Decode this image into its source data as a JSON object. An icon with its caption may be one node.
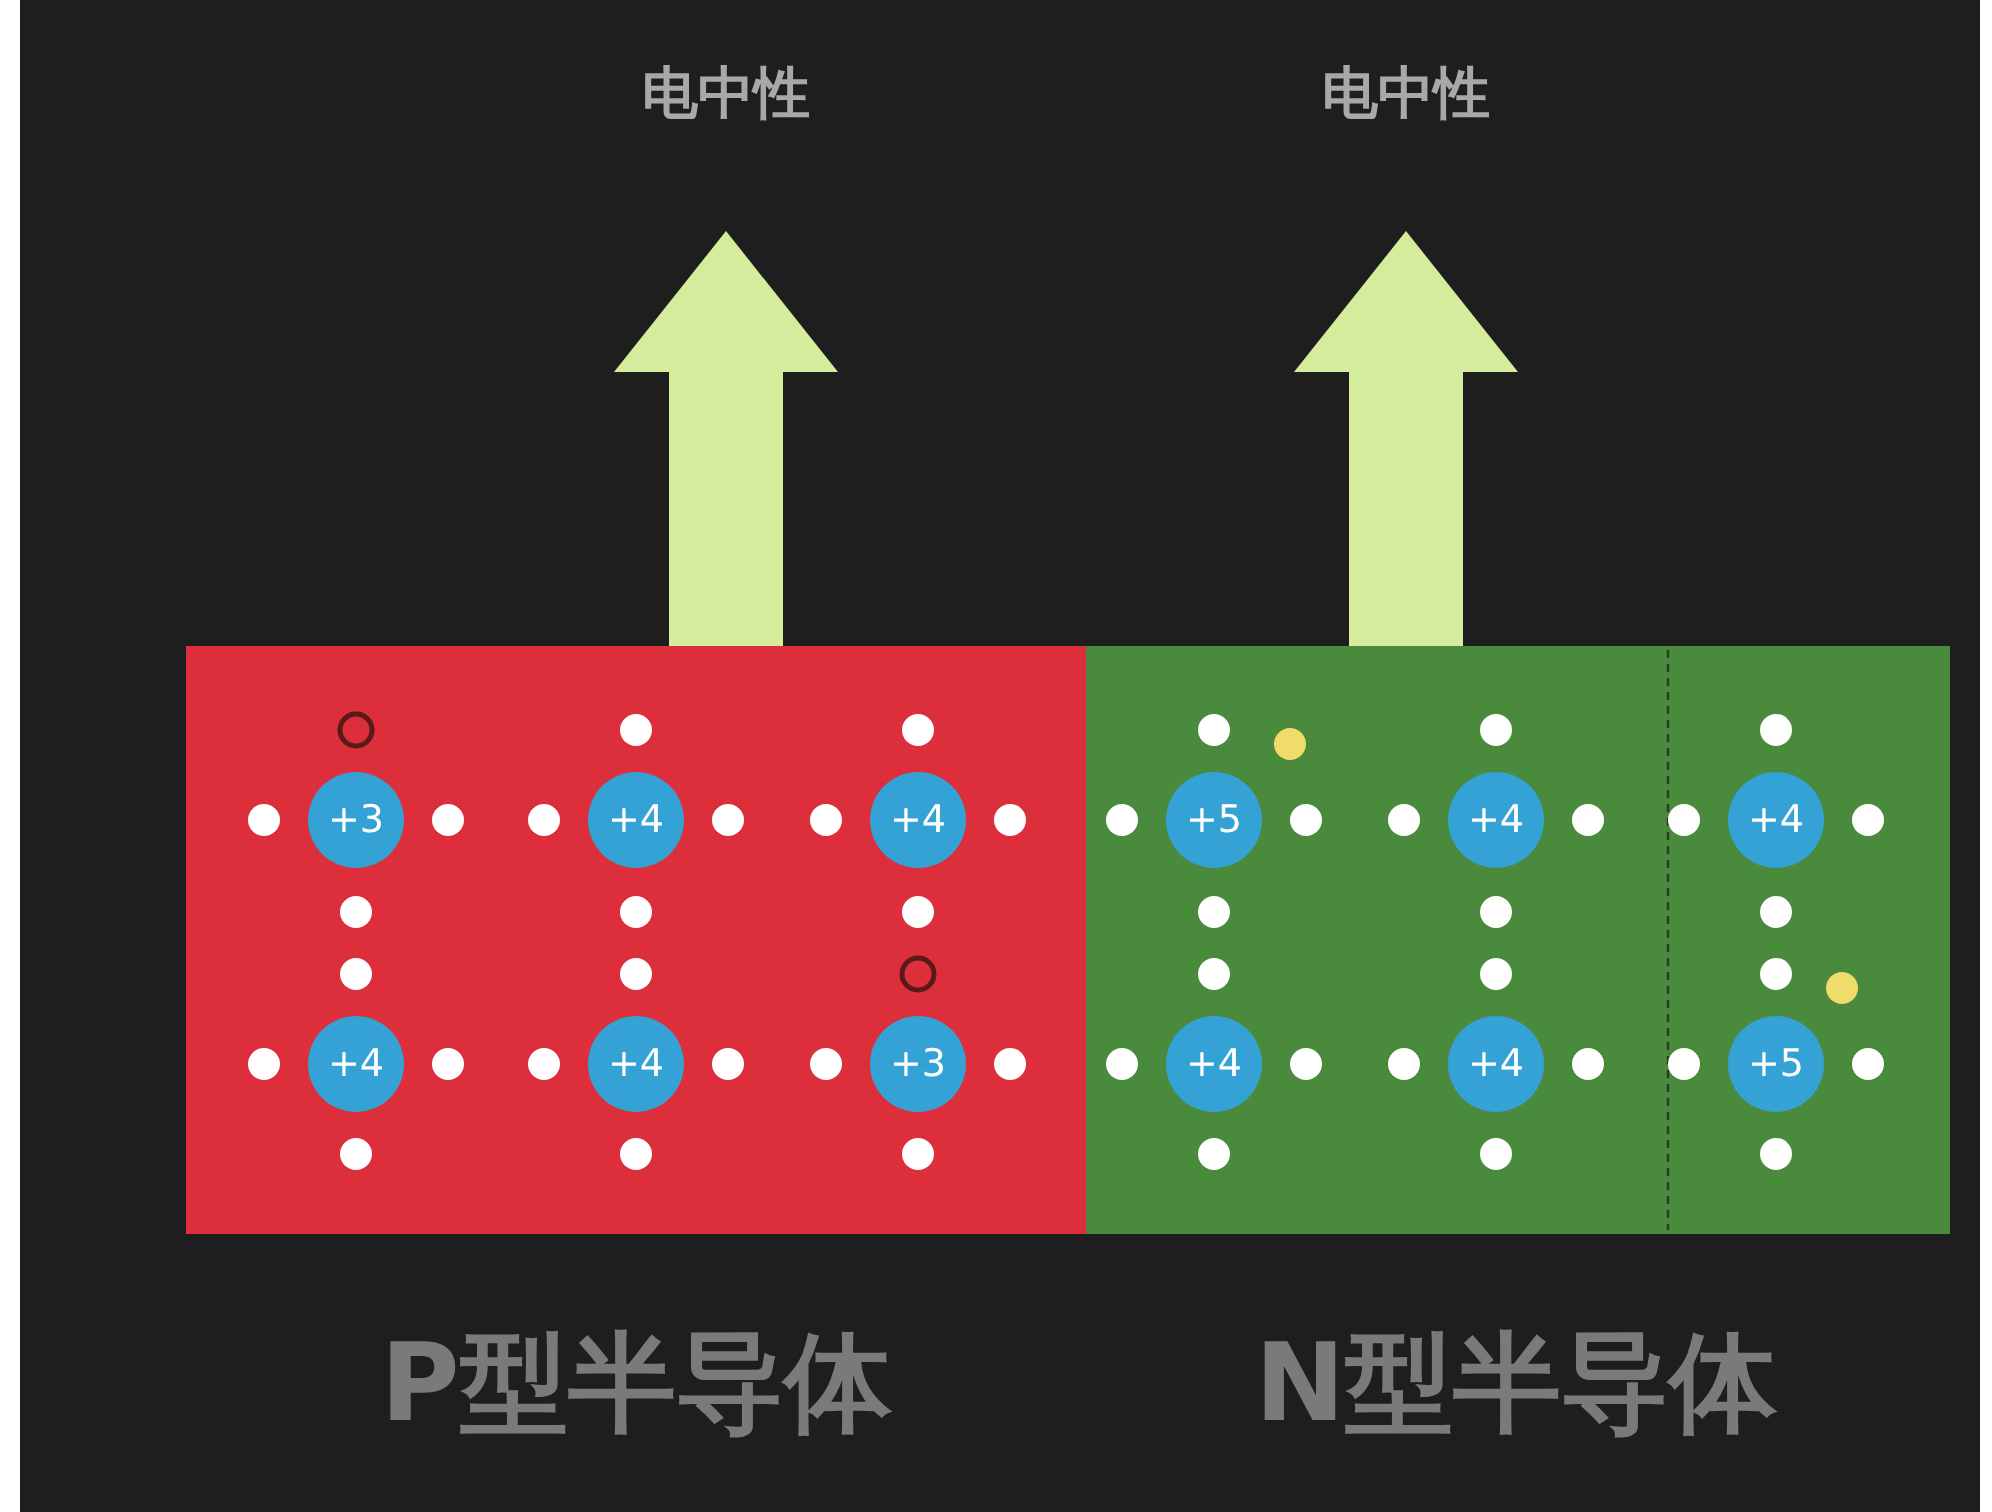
{
  "diagram": {
    "nodes": [
      {
        "text": [
          "P型半导体"
        ]
      },
      {
        "text": [
          "+3"
        ],
        "in": 0
      },
      {
        "text": [
          "+4"
        ],
        "in": 0
      },
      {
        "text": [
          "+4"
        ],
        "in": 0
      },
      {
        "text": [
          "+4"
        ],
        "in": 0
      },
      {
        "text": [
          "+4"
        ],
        "in": 0
      },
      {
        "text": [
          "+3"
        ],
        "in": 0
      },
      {
        "text": [
          "N型半导体"
        ]
      },
      {
        "text": [
          "+5"
        ],
        "in": 7
      },
      {
        "text": [
          "+4"
        ],
        "in": 7
      },
      {
        "text": [
          "+4"
        ],
        "in": 7
      },
      {
        "text": [
          "+4"
        ],
        "in": 7
      },
      {
        "text": [
          "+4"
        ],
        "in": 7
      },
      {
        "text": [
          "+5"
        ],
        "in": 7
      },
      {
        "text": [
          "电中性"
        ]
      },
      {
        "text": [
          "电中性"
        ]
      }
    ],
    "edges": [
      {
        "from": 0,
        "to": 14,
        "arrow": "to"
      },
      {
        "from": 7,
        "to": 15,
        "arrow": "to"
      }
    ]
  }
}
